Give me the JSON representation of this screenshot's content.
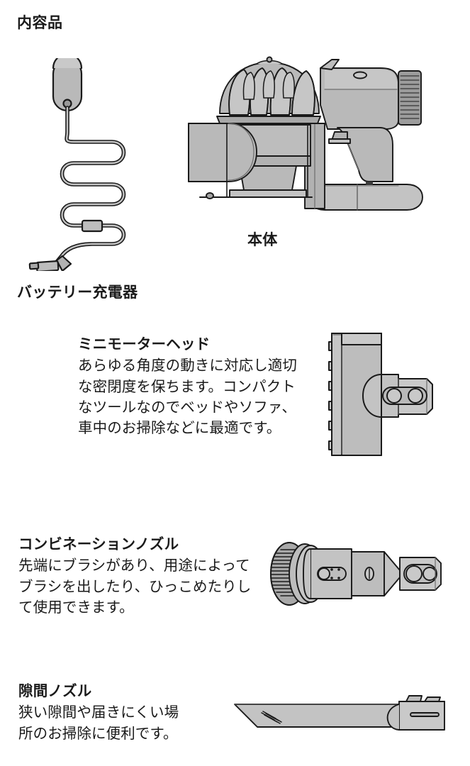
{
  "page": {
    "title": "内容品",
    "background_color": "#ffffff",
    "text_color": "#1a1a1a"
  },
  "illustration_colors": {
    "fill_light": "#d0d0d0",
    "fill_mid": "#b9b9b9",
    "fill_dark": "#a3a3a3",
    "fill_darker": "#8f8f8f",
    "outline": "#1a1a1a"
  },
  "items": [
    {
      "id": "battery-charger",
      "caption": "バッテリー充電器",
      "illustration": "battery-charger-illustration"
    },
    {
      "id": "main-body",
      "caption": "本体",
      "illustration": "main-body-illustration"
    }
  ],
  "sections": [
    {
      "id": "mini-motor-head",
      "heading": "ミニモーターヘッド",
      "lines": [
        "あらゆる角度の動きに対応し適切",
        "な密閉度を保ちます。コンパクト",
        "なツールなのでベッドやソファ、",
        "車中のお掃除などに最適です。"
      ],
      "illustration": "mini-motor-head-illustration"
    },
    {
      "id": "combination-nozzle",
      "heading": "コンビネーションノズル",
      "lines": [
        "先端にブラシがあり、用途によって",
        "ブラシを出したり、ひっこめたりし",
        "て使用できます。"
      ],
      "illustration": "combination-nozzle-illustration"
    },
    {
      "id": "crevice-nozzle",
      "heading": "隙間ノズル",
      "lines": [
        "狭い隙間や届きにくい場",
        "所のお掃除に便利です。"
      ],
      "illustration": "crevice-nozzle-illustration"
    }
  ]
}
